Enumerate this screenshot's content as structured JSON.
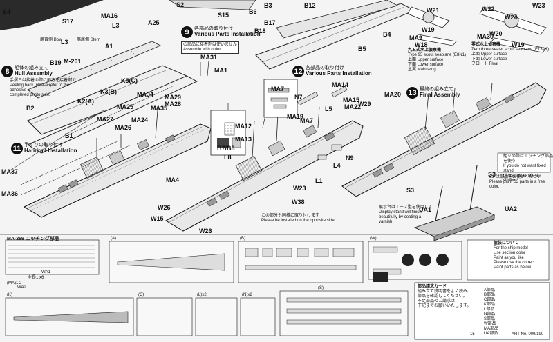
{
  "steps": [
    {
      "num": "8",
      "jp": "船体の組み立て",
      "en": "Hull Assembly"
    },
    {
      "num": "9",
      "jp": "各部品の取り付け",
      "en": "Various Parts Installation"
    },
    {
      "num": "11",
      "jp": "手すりの取り付け",
      "en": "Handrail Installation"
    },
    {
      "num": "12",
      "jp": "各部品の取り付け",
      "en": "Various Parts Installation"
    },
    {
      "num": "13",
      "jp": "最終の組み立て",
      "en": "Final Assembly"
    }
  ],
  "step9_notes": [
    "の部品に接着剤は使いません",
    "Assemble with order."
  ],
  "hull_note": [
    "手摺らは接着の際に前方を接着剤で",
    "Peeling back, please refer to the",
    "adhesive ...",
    "completed photo side."
  ],
  "bow_stern": {
    "bow_jp": "艦首側",
    "bow_en": "Bow",
    "stern_jp": "艦尾側",
    "stern_en": "Stern"
  },
  "part_labels": [
    "S4",
    "S2",
    "S15",
    "B6",
    "B3",
    "B12",
    "W21",
    "W22",
    "W23",
    "W24",
    "S17",
    "MA16",
    "L3",
    "A25",
    "B18",
    "B17",
    "B4",
    "W19",
    "MA9",
    "W18",
    "W20",
    "MA30",
    "A1",
    "L3",
    "B5",
    "W19",
    "B19",
    "M-201",
    "MA31",
    "MA1",
    "MA7",
    "MA14",
    "MA20",
    "K5(C)",
    "K3(B)",
    "K2(A)",
    "MA34",
    "MA29",
    "MA28",
    "N7",
    "L5",
    "MA15",
    "MA22",
    "W29",
    "B2",
    "MA25",
    "MA35",
    "MA27",
    "MA19",
    "MA7",
    "B1",
    "MA26",
    "MA24",
    "MA12",
    "MA13",
    "B7/B8",
    "L8",
    "N9",
    "L4",
    "MA37",
    "MA4",
    "W23",
    "W38",
    "L1",
    "S3",
    "UA1",
    "UA2",
    "MA36",
    "W26",
    "W15",
    "W26",
    "S3"
  ],
  "floatplane": {
    "jp": "九五式水上偵察機",
    "model": "Type 95 scout seaplane (E8N1)",
    "rows": [
      "上面 Upper surface",
      "下面 Lower surface",
      "主翼 Main wing"
    ]
  },
  "zero": {
    "jp": "零式水上偵察機",
    "model": "Zero three-seater scout seaplane (E13A1)",
    "rows": [
      "上面 Upper surface",
      "下面 Lower surface",
      "フロート Float"
    ]
  },
  "right_notes": [
    "組立の際はエッチング部品を使う",
    "If you do not want fixed stand,",
    "please assemble as shown.",
    "S3 は部品をお使いください",
    "Please paint S3 parts in a free color."
  ],
  "display_note": [
    "展示台はエース型を使用して",
    "Display stand will finish",
    "beautifully by coating a",
    "varnish."
  ],
  "assembly_note": [
    "この部分も同様に取り付けます",
    "Please be installed on the opposite side"
  ],
  "etch_title": "MA-269 エッチング部品",
  "sprue_labels": [
    "(A)",
    "(B)",
    "(W)",
    "(K)",
    "(C)",
    "(L)x2",
    "(N)x2",
    "(S)"
  ],
  "etch_notes": [
    "全長1 x6",
    "WA1",
    "WA2",
    "(MA)1,2"
  ],
  "bottom_box": {
    "title": "部品請求カード",
    "lines": [
      "組み立て説明書をよく読み、",
      "部品を確認してください。",
      "不足部品のご請求は",
      "下記までお願いいたします。"
    ],
    "table": [
      "A部品",
      "B部品",
      "C部品",
      "K部品",
      "L部品",
      "N部品",
      "S部品",
      "W部品",
      "MA部品",
      "UA部品"
    ]
  },
  "paint_box": {
    "title": "塗装について",
    "lines": [
      "For the ship model",
      "Use section color",
      "Paint as you like",
      "Please use the correct",
      "Paint parts as below"
    ]
  },
  "footer": "ART No. 009/190",
  "page_no": "15"
}
